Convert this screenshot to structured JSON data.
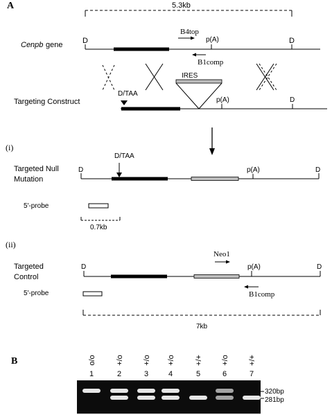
{
  "panel_a": {
    "label": "A",
    "scale_top": "5.3kb",
    "gene": {
      "name": "Cenpb",
      "suffix": "gene",
      "d_left": "D",
      "d_right": "D",
      "polya": "p(A)",
      "primer_fwd": "B4top",
      "primer_rev": "B1comp"
    },
    "construct": {
      "label": "Targeting Construct",
      "mutation": "D/TAA",
      "ires": "IRES",
      "polya": "p(A)",
      "d_right": "D"
    },
    "null": {
      "roman": "(i)",
      "label_line1": "Targeted Null",
      "label_line2": "Mutation",
      "mutation": "D/TAA",
      "d_left": "D",
      "d_right": "D",
      "polya": "p(A)",
      "probe": "5′-probe",
      "scale": "0.7kb"
    },
    "control": {
      "roman": "(ii)",
      "label_line1": "Targeted",
      "label_line2": "Control",
      "d_left": "D",
      "d_right": "D",
      "polya": "p(A)",
      "primer_fwd": "Neo1",
      "primer_rev": "B1comp",
      "probe": "5′-probe",
      "scale": "7kb"
    }
  },
  "panel_b": {
    "label": "B",
    "genotypes": [
      "o/o",
      "+/o",
      "+/o",
      "+/o",
      "+/+",
      "+/o",
      "+/+"
    ],
    "lanes": [
      "1",
      "2",
      "3",
      "4",
      "5",
      "6",
      "7"
    ],
    "size_upper": "320bp",
    "size_lower": "281bp"
  }
}
